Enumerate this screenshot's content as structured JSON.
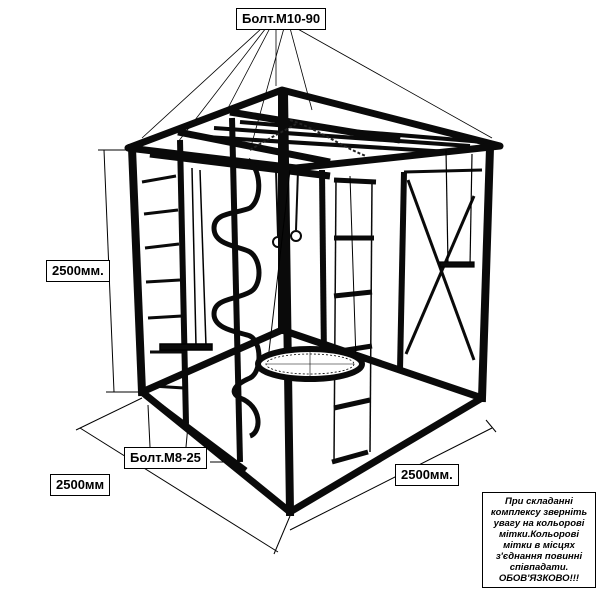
{
  "labels": {
    "bolt_top": "Болт.М10-90",
    "height": "2500мм.",
    "bolt_low": "Болт.М8-25",
    "depth": "2500мм",
    "width": "2500мм."
  },
  "note": "При складанні комплексу зверніть увагу на кольорові мітки.Кольорові мітки в місцях з'єднання повинні співпадати. ОБОВ'ЯЗКОВО!!!",
  "colors": {
    "frame": "#0a0a0a",
    "line": "#000000",
    "background": "#ffffff"
  }
}
